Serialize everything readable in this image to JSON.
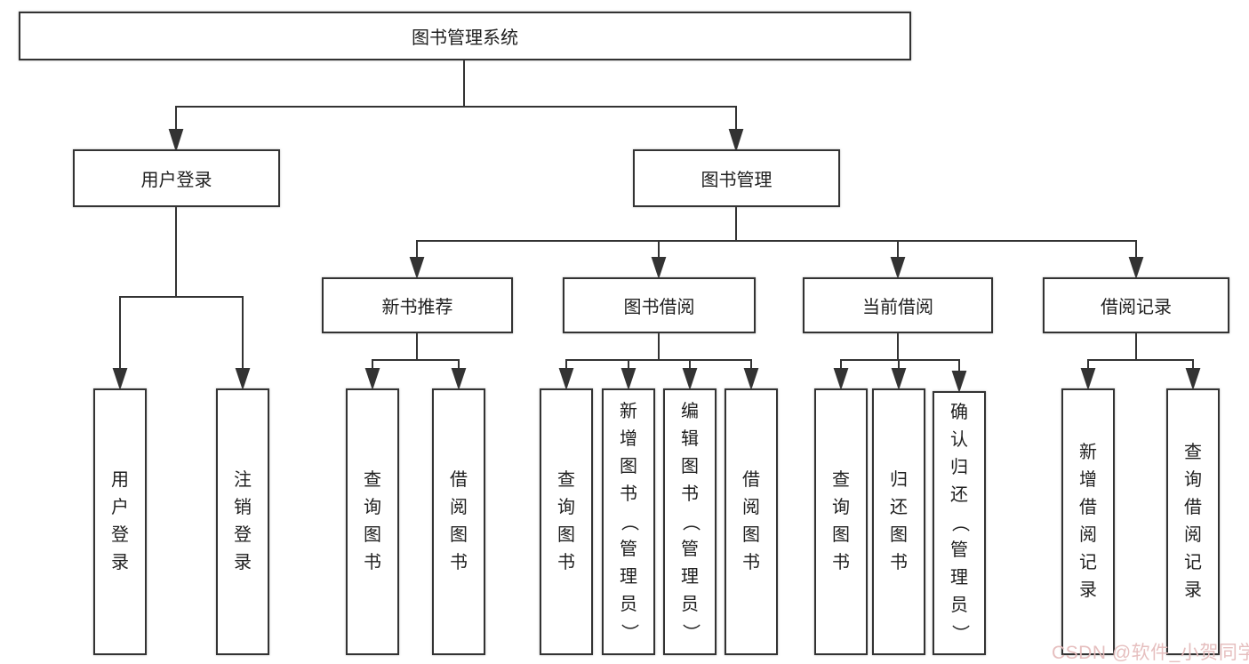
{
  "diagram": {
    "title": "图书管理系统",
    "colors": {
      "line": "#333333",
      "text": "#1f1f1f",
      "background": "#ffffff",
      "watermark": "#e5bcbc"
    },
    "watermark": {
      "text": "CSDN @软件_小贺同学"
    },
    "tree": {
      "label": "图书管理系统",
      "children": [
        {
          "label": "用户登录",
          "children": [
            {
              "label": "用户登录"
            },
            {
              "label": "注销登录"
            }
          ]
        },
        {
          "label": "图书管理",
          "children": [
            {
              "label": "新书推荐",
              "children": [
                {
                  "label": "查询图书"
                },
                {
                  "label": "借阅图书"
                }
              ]
            },
            {
              "label": "图书借阅",
              "children": [
                {
                  "label": "查询图书"
                },
                {
                  "label": "新增图书（管理员）"
                },
                {
                  "label": "编辑图书（管理员）"
                },
                {
                  "label": "借阅图书"
                }
              ]
            },
            {
              "label": "当前借阅",
              "children": [
                {
                  "label": "查询图书"
                },
                {
                  "label": "归还图书"
                },
                {
                  "label": "确认归还（管理员）"
                }
              ]
            },
            {
              "label": "借阅记录",
              "children": [
                {
                  "label": "新增借阅记录"
                },
                {
                  "label": "查询借阅记录"
                }
              ]
            }
          ]
        }
      ]
    }
  }
}
